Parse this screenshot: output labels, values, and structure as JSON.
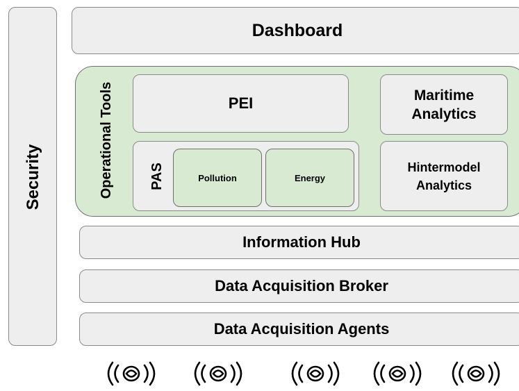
{
  "security": {
    "label": "Security"
  },
  "dashboard": {
    "label": "Dashboard"
  },
  "operational_tools": {
    "label": "Operational Tools",
    "pei": {
      "label": "PEI"
    },
    "pas": {
      "label": "PAS",
      "pollution": {
        "label": "Pollution"
      },
      "energy": {
        "label": "Energy"
      }
    },
    "maritime_analytics": {
      "label_line1": "Maritime",
      "label_line2": "Analytics"
    },
    "hintermodel_analytics": {
      "label_line1": "Hintermodel",
      "label_line2": "Analytics"
    }
  },
  "information_hub": {
    "label": "Information Hub"
  },
  "data_acquisition_broker": {
    "label": "Data Acquisition Broker"
  },
  "data_acquisition_agents": {
    "label": "Data Acquisition Agents"
  },
  "sensors": [
    {
      "icon": "wireless-sensor-icon"
    },
    {
      "icon": "wireless-sensor-icon"
    },
    {
      "icon": "wireless-sensor-icon"
    },
    {
      "icon": "wireless-sensor-icon"
    },
    {
      "icon": "wireless-sensor-icon"
    }
  ],
  "colors": {
    "box_fill": "#eeeeee",
    "green_fill": "#d9ead3",
    "border": "#8a8a8a"
  }
}
